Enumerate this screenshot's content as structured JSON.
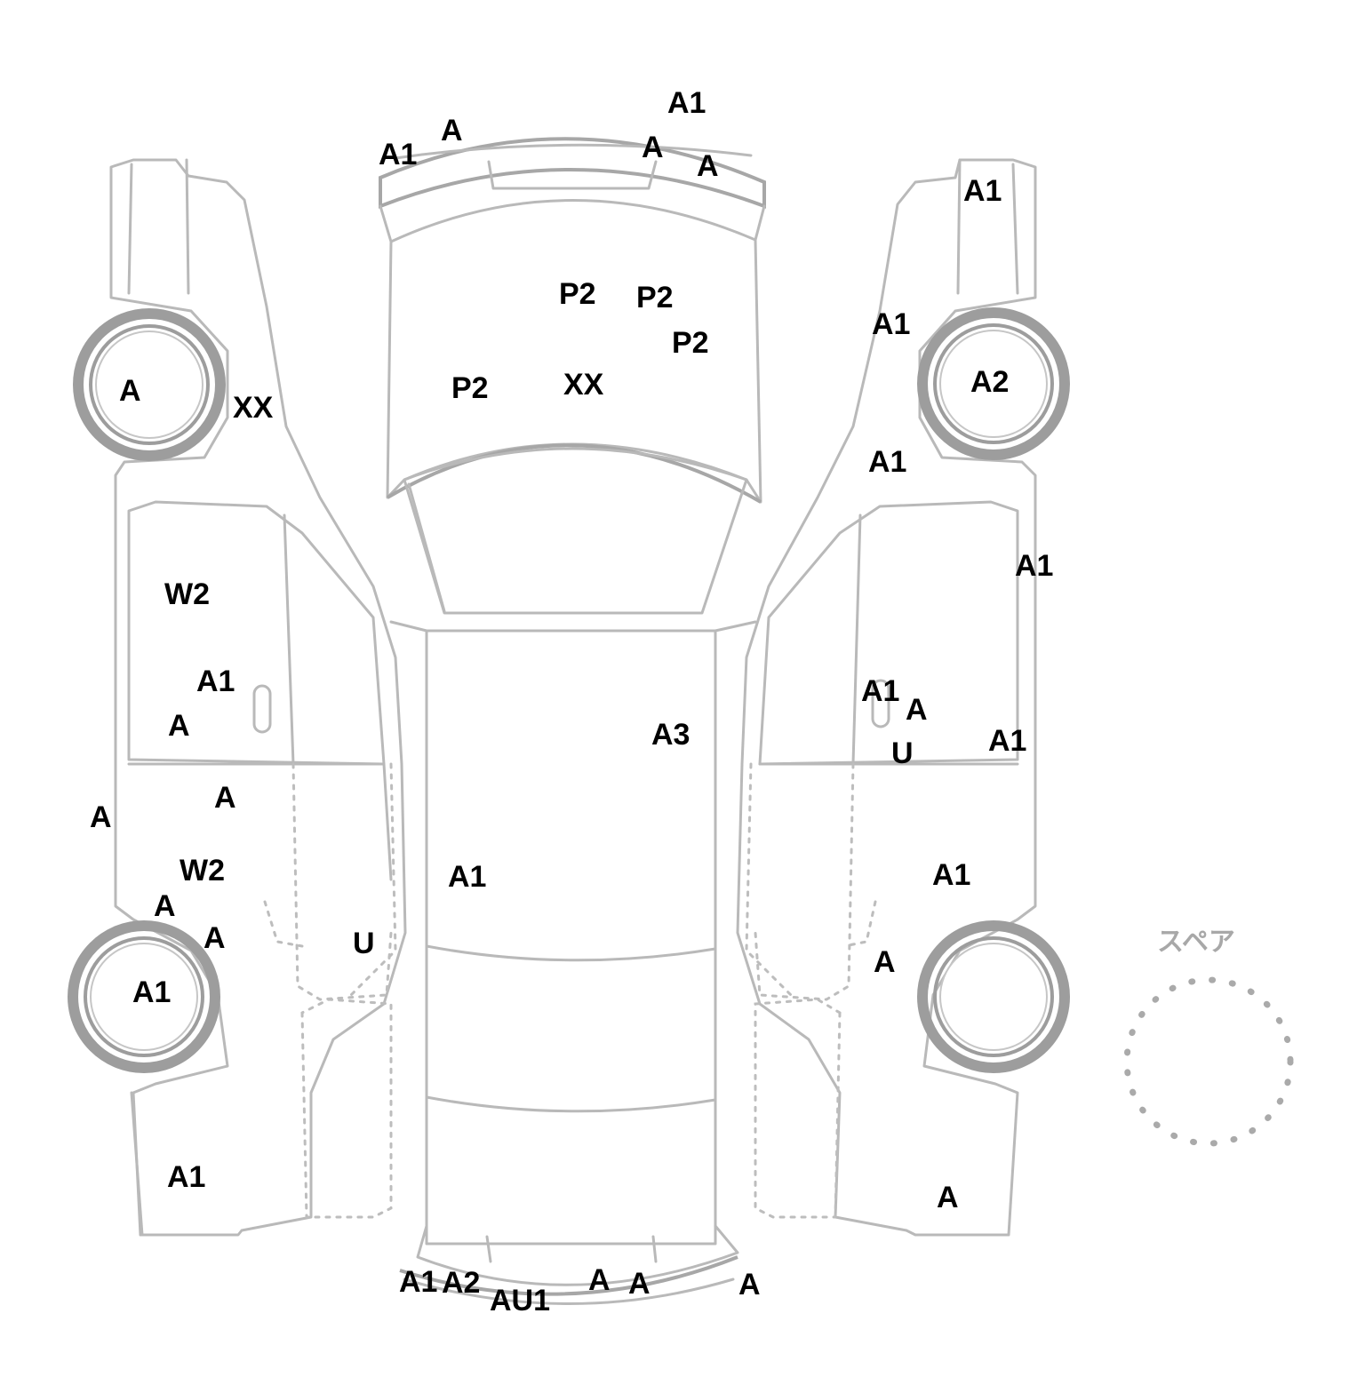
{
  "spare_label": "スペア",
  "damage_codes": {
    "front": [
      "A1",
      "A",
      "A1",
      "A",
      "A"
    ],
    "hood": [
      "P2",
      "P2",
      "P2",
      "P2",
      "XX"
    ],
    "left_side": [
      "A",
      "XX",
      "W2",
      "A1",
      "A",
      "A",
      "A",
      "W2",
      "A",
      "A",
      "U",
      "A1",
      "A1"
    ],
    "right_side": [
      "A1",
      "A1",
      "A2",
      "A1",
      "A1",
      "A1",
      "A",
      "U",
      "A1",
      "A1",
      "A",
      "A"
    ],
    "center": [
      "A3",
      "A1"
    ],
    "rear": [
      "A1",
      "A2",
      "AU1",
      "A",
      "A",
      "A"
    ]
  }
}
